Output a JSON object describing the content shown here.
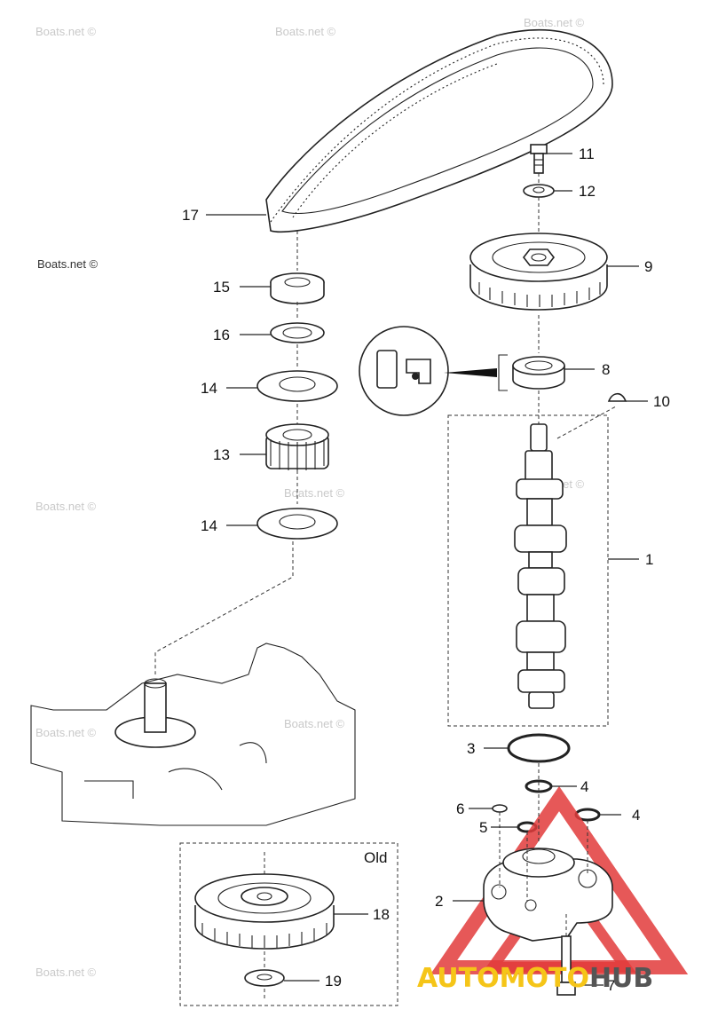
{
  "watermarks": [
    "Boats.net ©",
    "Boats.net ©",
    "Boats.net ©",
    "Boats.net ©",
    "Boats.net ©",
    "Boats.net ©",
    "Boats.net ©",
    "Boats.net ©",
    "Boats.net ©",
    "Boats.net ©"
  ],
  "callouts": {
    "p1": "1",
    "p2": "2",
    "p3": "3",
    "p4a": "4",
    "p4b": "4",
    "p5": "5",
    "p6": "6",
    "p7": "7",
    "p8": "8",
    "p9": "9",
    "p10": "10",
    "p11": "11",
    "p12": "12",
    "p13": "13",
    "p14a": "14",
    "p14b": "14",
    "p15": "15",
    "p16": "16",
    "p17": "17",
    "p18": "18",
    "p19": "19"
  },
  "old_box_label": "Old",
  "brand": {
    "part1": "AUTO",
    "part2": "MOTO",
    "part3": "HUB",
    "color1": "#f5c518",
    "color2": "#f5c518",
    "color3": "#555555",
    "logo_color": "#e23b3b"
  }
}
